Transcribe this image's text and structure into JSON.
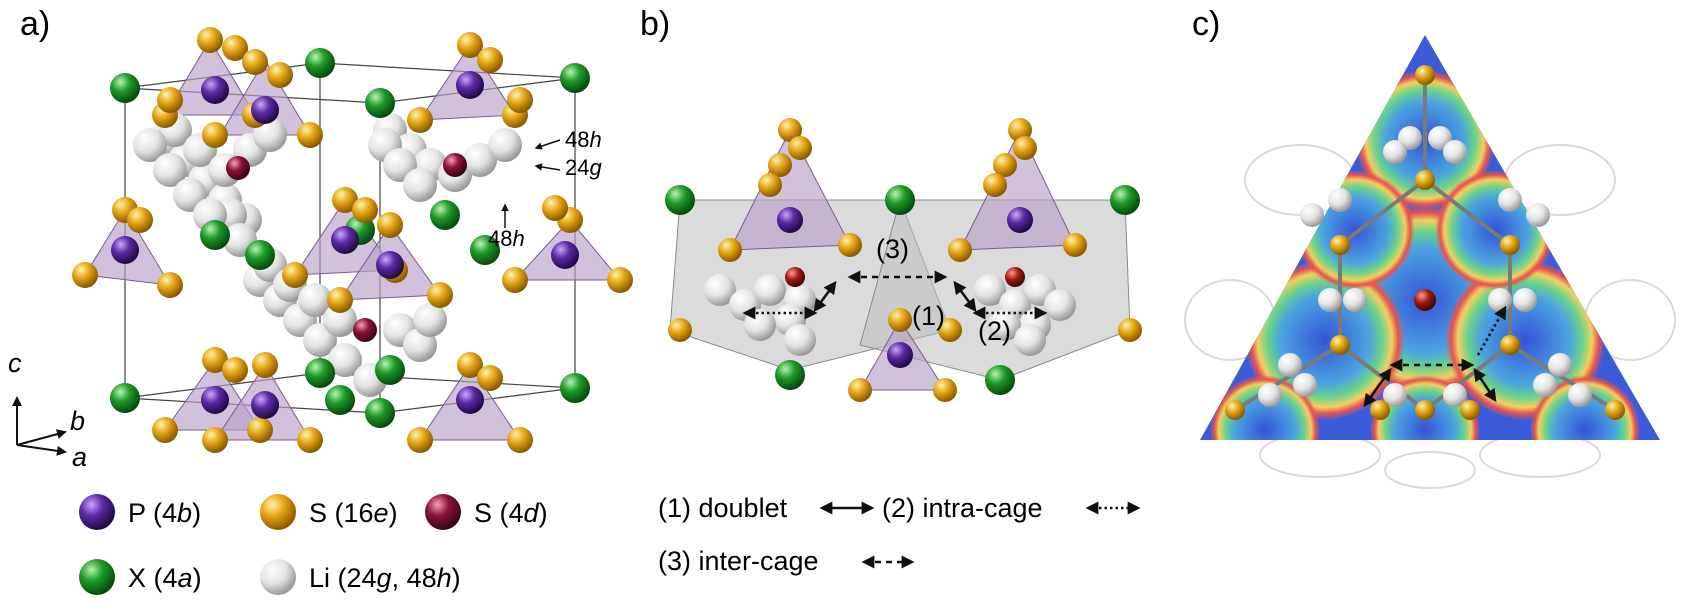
{
  "panels": {
    "a": "a)",
    "b": "b)",
    "c": "c)"
  },
  "site_labels": {
    "h48_top": "48",
    "h48_top_it": "h",
    "g24": "24",
    "g24_it": "g",
    "h48_bottom": "48",
    "h48_bottom_it": "h"
  },
  "axes": {
    "c": "c",
    "b": "b",
    "a": "a"
  },
  "legend_atoms": {
    "p": {
      "pre": "P (4",
      "it": "b",
      "post": ")",
      "color": "#4b1f8a"
    },
    "s16e": {
      "pre": "S (16",
      "it": "e",
      "post": ")",
      "color": "#e3a817"
    },
    "s4d": {
      "pre": "S (4",
      "it": "d",
      "post": ")",
      "color": "#8a1238"
    },
    "x": {
      "pre": "X (4",
      "it": "a",
      "post": ")",
      "color": "#1f9a2a"
    },
    "li": {
      "pre": "Li (24",
      "it1": "g",
      "mid": ", 48",
      "it2": "h",
      "post": ")",
      "color": "#d7d7d7"
    }
  },
  "path_labels": {
    "p1": "(1)",
    "p2": "(2)",
    "p3": "(3)"
  },
  "legend_paths": {
    "doublet": "(1) doublet",
    "intra": "(2) intra-cage",
    "inter": "(3) inter-cage"
  },
  "colors": {
    "phosphorus": "#4b1f8a",
    "sulfur16e": "#e3a817",
    "sulfur4d": "#8a1238",
    "halide": "#1f9a2a",
    "lithium": "#d7d7d7",
    "tetra_fill": "#b9a0c8",
    "cage_fill": "#bdbdbd",
    "density_blue": "#3b5bd9",
    "density_red": "#e85a5a",
    "density_green": "#5fd07a"
  }
}
